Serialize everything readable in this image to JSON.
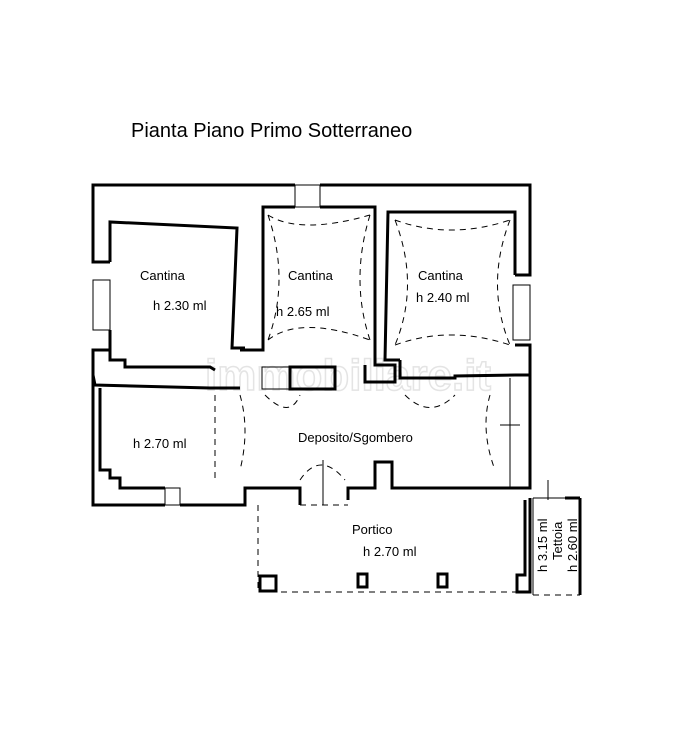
{
  "title": "Pianta Piano Primo Sotterraneo",
  "watermark": "immobiliare.it",
  "rooms": [
    {
      "name": "Cantina",
      "height": "h 2.30 ml"
    },
    {
      "name": "Cantina",
      "height": "h 2.65 ml"
    },
    {
      "name": "Cantina",
      "height": "h 2.40 ml"
    },
    {
      "name": "",
      "height": "h 2.70 ml"
    },
    {
      "name": "Deposito/Sgombero",
      "height": ""
    },
    {
      "name": "Portico",
      "height": "h 2.70 ml"
    },
    {
      "name": "Tettoia",
      "height_left": "h 3.15 ml",
      "height_right": "h 2.60 ml"
    }
  ]
}
